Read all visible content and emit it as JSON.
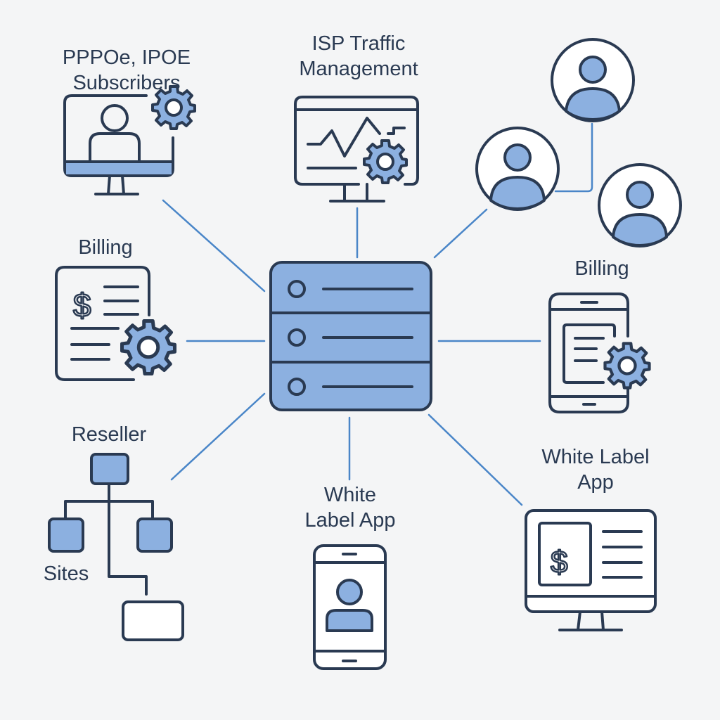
{
  "colors": {
    "stroke": "#2a3a52",
    "fill": "#8cb0e0",
    "connector": "#4a86c8",
    "background": "#f4f5f6"
  },
  "hub": {
    "name": "central-server",
    "icon": "server-icon"
  },
  "nodes": [
    {
      "id": "subscribers",
      "label_lines": [
        "PPPOe, IPOE",
        "Subscribers"
      ],
      "icon": "monitor-user-gear-icon"
    },
    {
      "id": "traffic",
      "label_lines": [
        "ISP Traffic",
        "Management"
      ],
      "icon": "monitor-chart-gear-icon"
    },
    {
      "id": "users",
      "label_lines": [],
      "icon": "user-group-icon"
    },
    {
      "id": "billing-left",
      "label_lines": [
        "Billing"
      ],
      "icon": "invoice-gear-icon"
    },
    {
      "id": "billing-right",
      "label_lines": [
        "Billing"
      ],
      "icon": "phone-document-gear-icon"
    },
    {
      "id": "reseller",
      "label_lines": [
        "Reseller"
      ],
      "icon": "hierarchy-icon",
      "sub_labels": [
        "Sites",
        "Sites"
      ]
    },
    {
      "id": "white-label-mobile",
      "label_lines": [
        "White",
        "Label App"
      ],
      "icon": "phone-user-icon"
    },
    {
      "id": "white-label-desktop",
      "label_lines": [
        "White Label",
        "App"
      ],
      "icon": "monitor-dollar-icon"
    }
  ]
}
